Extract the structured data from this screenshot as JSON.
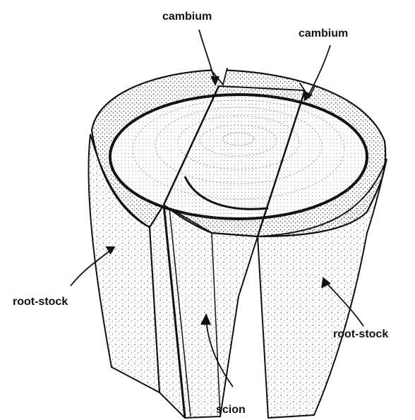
{
  "figure": {
    "labels": {
      "cambium_left": "cambium",
      "cambium_right": "cambium",
      "rootstock_left": "root-stock",
      "rootstock_right": "root-stock",
      "scion": "scion"
    }
  },
  "colors": {
    "ink": "#111111",
    "paper": "#ffffff",
    "stipple": "#555555"
  }
}
